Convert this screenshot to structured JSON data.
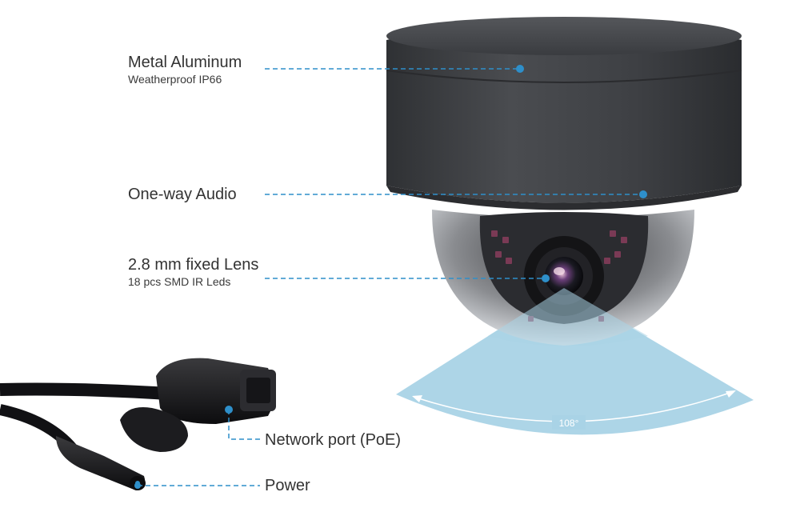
{
  "callouts": {
    "housing": {
      "title": "Metal Aluminum",
      "subtitle": "Weatherproof IP66"
    },
    "audio": {
      "title": "One-way Audio"
    },
    "lens": {
      "title": "2.8 mm fixed Lens",
      "subtitle": "18 pcs SMD IR Leds"
    },
    "network": {
      "title": "Network port (PoE)"
    },
    "power": {
      "title": "Power"
    }
  },
  "field_of_view": {
    "label": "108°"
  },
  "colors": {
    "accent": "#2e8fca",
    "fov_fill": "#a9d3e6",
    "housing": "#404246",
    "text": "#333333"
  }
}
